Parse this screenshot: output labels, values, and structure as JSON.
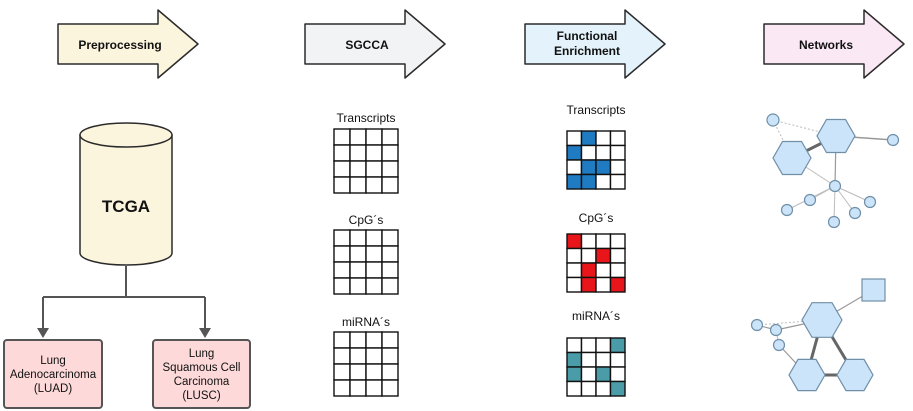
{
  "stages": [
    {
      "label_lines": [
        "Preprocessing"
      ],
      "fill": "#FCF5DE"
    },
    {
      "label_lines": [
        "SGCCA"
      ],
      "fill": "#F1F3F5"
    },
    {
      "label_lines": [
        "Functional",
        "Enrichment"
      ],
      "fill": "#E4F3FB"
    },
    {
      "label_lines": [
        "Networks"
      ],
      "fill": "#FAE8F4"
    }
  ],
  "database": {
    "label": "TCGA",
    "fill": "#FCF5DE"
  },
  "cancer_types": [
    {
      "lines": [
        "Lung",
        "Adenocarcinoma",
        "(LUAD)"
      ],
      "fill": "#FDD9D9"
    },
    {
      "lines": [
        "Lung",
        "Squamous Cell",
        "Carcinoma",
        "(LUSC)"
      ],
      "fill": "#FDD9D9"
    }
  ],
  "omics": [
    {
      "label": "Transcripts",
      "enrich_color": "#1F7BC2",
      "filled": [
        [
          0,
          1
        ],
        [
          1,
          0
        ],
        [
          2,
          1
        ],
        [
          3,
          0
        ],
        [
          3,
          1
        ],
        [
          2,
          2
        ]
      ]
    },
    {
      "label": "CpG´s",
      "enrich_color": "#E8161A",
      "filled": [
        [
          0,
          0
        ],
        [
          1,
          2
        ],
        [
          2,
          1
        ],
        [
          3,
          1
        ],
        [
          3,
          3
        ]
      ]
    },
    {
      "label": "miRNA´s",
      "enrich_color": "#4A9DA8",
      "filled": [
        [
          0,
          3
        ],
        [
          1,
          0
        ],
        [
          2,
          0
        ],
        [
          2,
          2
        ],
        [
          3,
          3
        ]
      ]
    }
  ],
  "network_color": "#CBE4F9"
}
